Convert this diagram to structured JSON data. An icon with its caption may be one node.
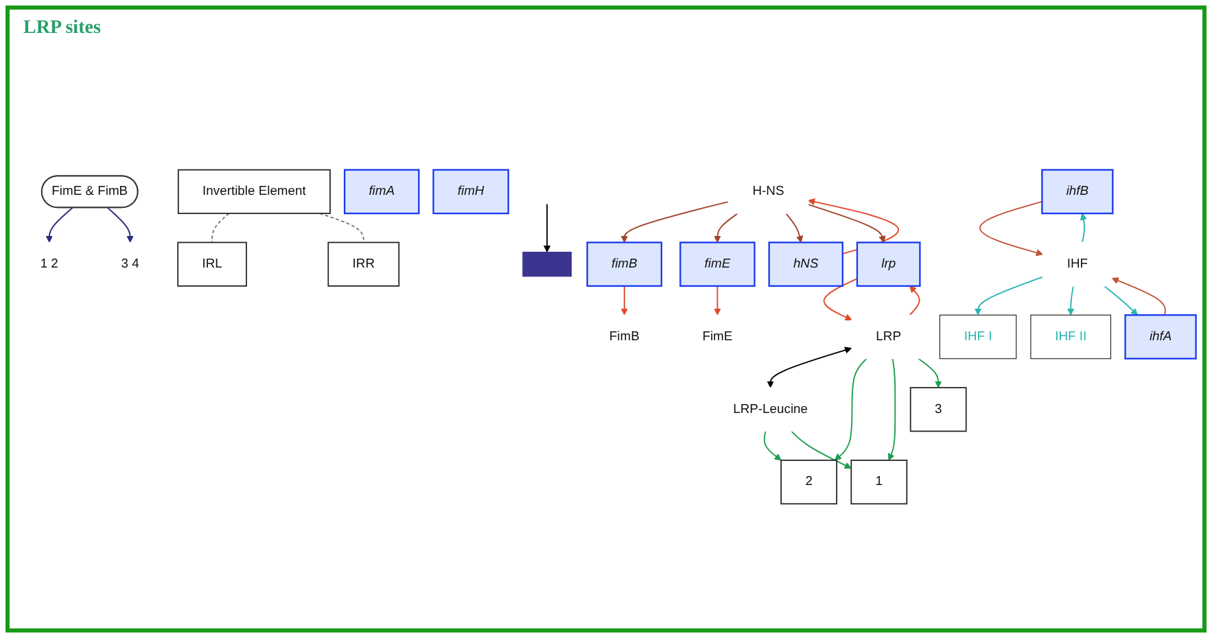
{
  "diagram": {
    "nodes": [
      {
        "text": [
          "FimE & FimB"
        ]
      },
      {
        "text": [
          "FimB"
        ]
      },
      {
        "text": [
          "FimE"
        ]
      },
      {
        "text": [
          "1 2"
        ]
      },
      {
        "text": [
          "Invertible Element"
        ]
      },
      {
        "text": [
          "3 4"
        ]
      },
      {
        "text": [
          "fimB"
        ]
      },
      {
        "text": [
          "fimE"
        ]
      },
      {
        "text": [
          "IHF I"
        ]
      },
      {
        "text": [
          "IRL"
        ]
      },
      {
        "text": [],
        "shape": "bar"
      },
      {
        "text": [
          "2"
        ]
      },
      {
        "text": [
          "1"
        ]
      },
      {
        "text": [
          "3"
        ]
      },
      {
        "text": [
          "IHF II"
        ]
      },
      {
        "text": [
          "IRR"
        ]
      },
      {
        "text": [
          "fimA"
        ]
      },
      {
        "text": [
          "fimH"
        ]
      },
      {
        "text": [
          "H-NS"
        ]
      },
      {
        "text": [
          "hNS"
        ]
      },
      {
        "text": [
          "ihfB"
        ]
      },
      {
        "text": [
          "ihfA"
        ]
      },
      {
        "text": [
          "LRP"
        ]
      },
      {
        "text": [
          "LRP-Leucine"
        ]
      },
      {
        "text": [
          "IHF"
        ]
      },
      {
        "text": [
          "lrp"
        ]
      }
    ],
    "edges": [
      {
        "from": 0,
        "to": 3,
        "arrow": "to",
        "color": "#2b2a7a"
      },
      {
        "from": 0,
        "to": 5,
        "arrow": "to",
        "color": "#2b2a7a"
      },
      {
        "from": 6,
        "to": 1,
        "arrow": "to",
        "color": "#e0482a"
      },
      {
        "from": 7,
        "to": 2,
        "arrow": "to",
        "color": "#e0482a"
      },
      {
        "from": 4,
        "to": 9,
        "arrow": "none",
        "style": "dashed",
        "color": "#777777"
      },
      {
        "from": 4,
        "to": 15,
        "arrow": "none",
        "style": "dashed",
        "color": "#777777"
      },
      {
        "from": null,
        "to": 10,
        "arrow": "to",
        "color": "#000000"
      },
      {
        "from": 18,
        "to": 6,
        "arrow": "to",
        "color": "#a0452d"
      },
      {
        "from": 18,
        "to": 7,
        "arrow": "to",
        "color": "#a0452d"
      },
      {
        "from": 19,
        "to": 18,
        "arrow": "to",
        "color": "#e0482a"
      },
      {
        "from": 18,
        "to": 19,
        "arrow": "to",
        "color": "#a0452d"
      },
      {
        "from": 18,
        "to": 25,
        "arrow": "to",
        "color": "#a0452d"
      },
      {
        "from": 25,
        "to": 22,
        "arrow": "to",
        "color": "#e0482a"
      },
      {
        "from": 22,
        "to": 25,
        "arrow": "to",
        "color": "#e0482a"
      },
      {
        "from": 22,
        "to": 23,
        "arrow": "both",
        "color": "#000000"
      },
      {
        "from": 22,
        "to": 11,
        "arrow": "to",
        "color": "#1f9e50"
      },
      {
        "from": 22,
        "to": 12,
        "arrow": "to",
        "color": "#1f9e50"
      },
      {
        "from": 22,
        "to": 13,
        "arrow": "to",
        "color": "#1f9e50"
      },
      {
        "from": 23,
        "to": 11,
        "arrow": "to",
        "color": "#1f9e50"
      },
      {
        "from": 23,
        "to": 12,
        "arrow": "to",
        "color": "#1f9e50"
      },
      {
        "from": 20,
        "to": 24,
        "arrow": "to",
        "color": "#c0533a"
      },
      {
        "from": 21,
        "to": 24,
        "arrow": "to",
        "color": "#c0533a"
      },
      {
        "from": 24,
        "to": 8,
        "arrow": "to",
        "color": "#2ab5b0"
      },
      {
        "from": 24,
        "to": 14,
        "arrow": "to",
        "color": "#2ab5b0"
      },
      {
        "from": 24,
        "to": 20,
        "arrow": "to",
        "color": "#2ab5b0"
      },
      {
        "from": 24,
        "to": 21,
        "arrow": "to",
        "color": "#2ab5b0"
      }
    ],
    "labels": [
      "LRP sites"
    ]
  }
}
